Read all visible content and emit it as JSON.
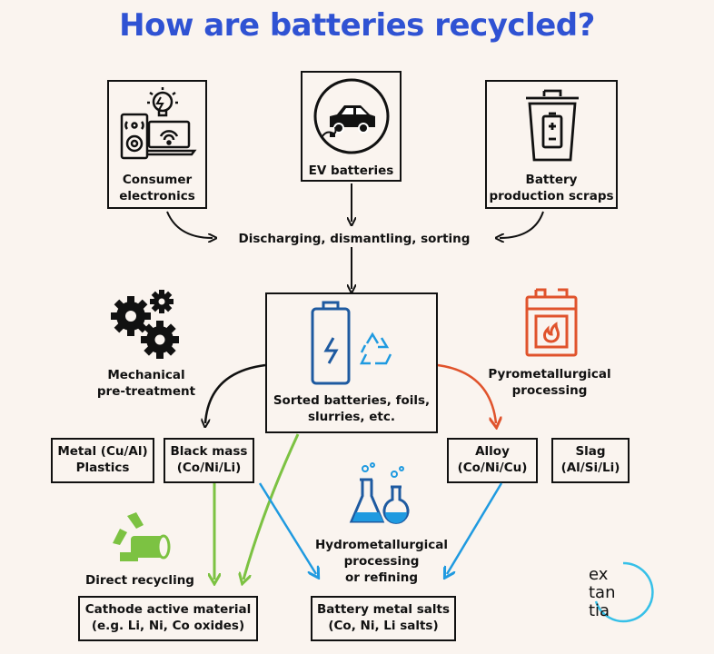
{
  "title": "How are batteries recycled?",
  "sources": {
    "consumer": "Consumer\nelectronics",
    "ev": "EV batteries",
    "scraps": "Battery\nproduction scraps"
  },
  "steps": {
    "discharging": "Discharging, dismantling, sorting",
    "sorted": "Sorted batteries, foils,\nslurries, etc.",
    "mechanical": "Mechanical\npre-treatment",
    "pyro": "Pyrometallurgical\nprocessing",
    "hydro": "Hydrometallurgical\nprocessing\nor refining",
    "direct": "Direct recycling"
  },
  "outputs": {
    "metal": "Metal (Cu/Al)\nPlastics",
    "black_mass": "Black mass\n(Co/Ni/Li)",
    "alloy": "Alloy\n(Co/Ni/Cu)",
    "slag": "Slag\n(Al/Si/Li)",
    "cathode": "Cathode active material\n(e.g. Li, Ni, Co oxides)",
    "salts": "Battery metal salts\n(Co, Ni, Li salts)"
  },
  "logo": {
    "line1": "ex",
    "line2": "tan",
    "line3": "tia"
  },
  "colors": {
    "title": "#2f52d3",
    "green": "#7cc242",
    "blue": "#1f9ae0",
    "red": "#e0532c"
  }
}
